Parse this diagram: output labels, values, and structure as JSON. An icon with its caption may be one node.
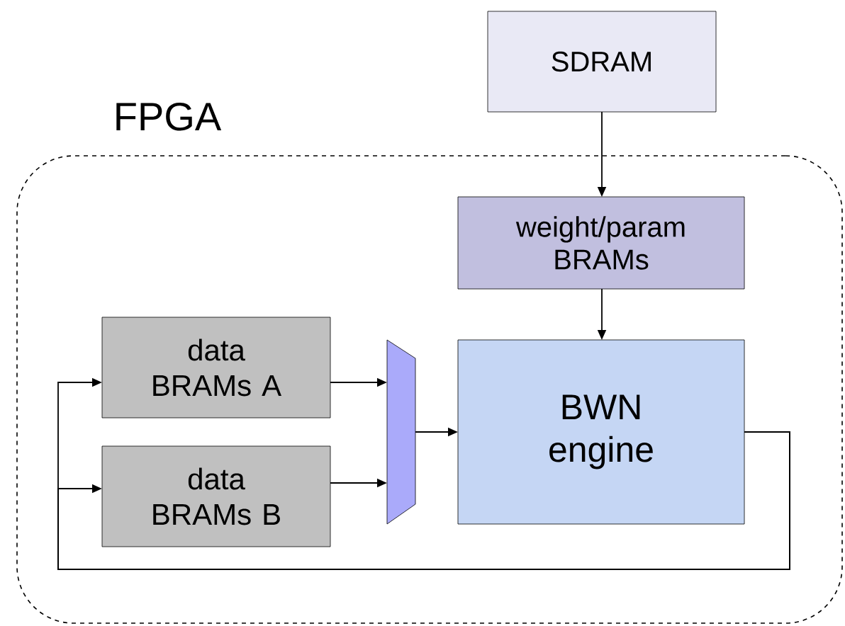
{
  "diagram": {
    "nodes": [
      {
        "text": [
          "FPGA"
        ]
      },
      {
        "text": [
          "SDRAM"
        ]
      },
      {
        "text": [
          "weight/param BRAMs"
        ],
        "in": 0
      },
      {
        "text": [
          "data BRAMs A"
        ],
        "in": 0
      },
      {
        "text": [
          "data BRAMs B"
        ],
        "in": 0
      },
      {
        "text": [],
        "shape": "trapezoid",
        "in": 0
      },
      {
        "text": [
          "BWN engine"
        ],
        "in": 0
      }
    ],
    "edges": [
      {
        "from": 1,
        "to": 2,
        "arrow": "to"
      },
      {
        "from": 2,
        "to": 6,
        "arrow": "to"
      },
      {
        "from": 3,
        "to": 5,
        "arrow": "to"
      },
      {
        "from": 4,
        "to": 5,
        "arrow": "to"
      },
      {
        "from": 5,
        "to": 6,
        "arrow": "to"
      },
      {
        "from": 6,
        "to": 3,
        "arrow": "to"
      },
      {
        "from": 6,
        "to": 4,
        "arrow": "to"
      }
    ]
  }
}
